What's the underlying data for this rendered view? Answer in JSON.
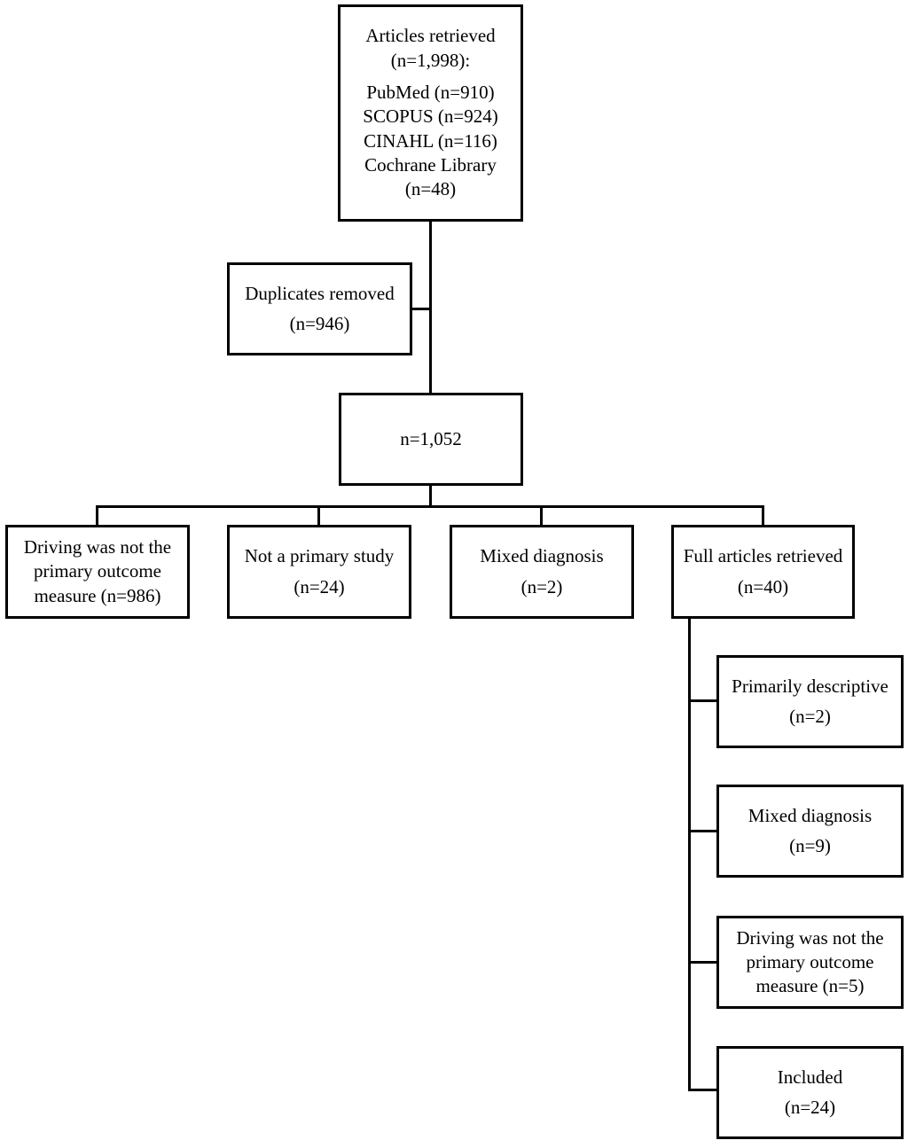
{
  "diagram": {
    "type": "flowchart",
    "background_color": "#ffffff",
    "line_color": "#000000",
    "text_color": "#000000",
    "nodes": {
      "articles_retrieved": {
        "heading": "Articles retrieved (n=1,998):",
        "total": "1,998",
        "sources": [
          "PubMed (n=910)",
          "SCOPUS (n=924)",
          "CINAHL (n=116)",
          "Cochrane Library (n=48)"
        ]
      },
      "duplicates_removed": {
        "label": "Duplicates removed",
        "count": "(n=946)"
      },
      "records_after_duplicates": {
        "label": "n=1,052"
      },
      "excluded_not_primary_outcome": {
        "label": "Driving was not the primary outcome measure (n=986)"
      },
      "excluded_not_primary_study": {
        "label": "Not a primary study",
        "count": "(n=24)"
      },
      "excluded_mixed_diagnosis": {
        "label": "Mixed diagnosis",
        "count": "(n=2)"
      },
      "full_articles_retrieved": {
        "label": "Full articles retrieved",
        "count": "(n=40)"
      },
      "full_primarily_descriptive": {
        "label": "Primarily descriptive",
        "count": "(n=2)"
      },
      "full_mixed_diagnosis": {
        "label": "Mixed diagnosis",
        "count": "(n=9)"
      },
      "full_not_primary_outcome": {
        "label": "Driving was not the primary outcome measure (n=5)"
      },
      "included": {
        "label": "Included",
        "count": "(n=24)"
      }
    }
  }
}
